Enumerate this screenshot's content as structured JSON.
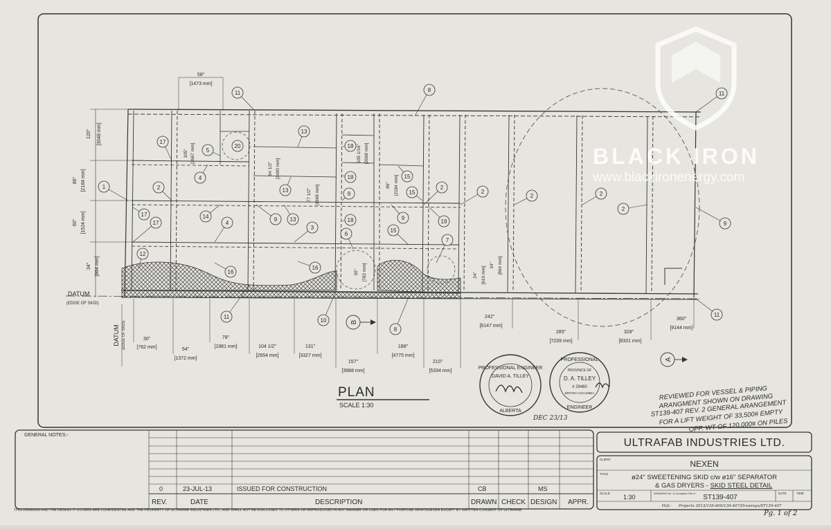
{
  "company": "ULTRAFAB INDUSTRIES LTD.",
  "client_label": "CLIENT",
  "client": "NEXEN",
  "title_label": "TITLE",
  "title_line1": "ø24\" SWEETENING SKID c/w ø16\" SEPARATOR",
  "title_line2": "& GAS DRYERS - ",
  "title_line2_underlined": "SKID STEEL DETAIL",
  "scale_label": "SCALE",
  "scale_value": "1:30",
  "drawing_no_label": "DRAWING No. & Computer File #",
  "drawing_no": "ST139-407",
  "date_label": "DATE",
  "time_label": "TIME",
  "file_label": "FILE:-",
  "file_path": "Projects 2013/139-400/139-407/Drawings/ST139-407",
  "general_notes_label": "GENERAL NOTES:-",
  "revision": {
    "rev": "0",
    "date": "23-JUL-13",
    "description": "ISSUED FOR CONSTRUCTION",
    "drawn": "CB",
    "design": "MS"
  },
  "rev_headers": [
    "REV.",
    "DATE",
    "DESCRIPTION",
    "DRAWN",
    "CHECK",
    "DESIGN",
    "APPR."
  ],
  "plan_title": "PLAN",
  "plan_scale": "SCALE  1:30",
  "datum_label": "DATUM",
  "datum_sub": "(EDGE OF SKID)",
  "section_b": "B",
  "section_a": "A",
  "left_dims": [
    {
      "imp": "120\"",
      "mm": "[3048 mm]"
    },
    {
      "imp": "86\"",
      "mm": "[2184 mm]"
    },
    {
      "imp": "60\"",
      "mm": "[1524 mm]"
    },
    {
      "imp": "34\"",
      "mm": "[864 mm]"
    }
  ],
  "top_dim": {
    "imp": "58\"",
    "mm": "[1473 mm]"
  },
  "inner_dims": [
    {
      "imp": "105\"",
      "mm": "[2667 mm]"
    },
    {
      "imp": "94 1/2\"",
      "mm": "[2400 mm]"
    },
    {
      "imp": "77 1/2\"",
      "mm": "[1968 mm]"
    },
    {
      "imp": "105 1/16\"",
      "mm": "[2668 mm]"
    },
    {
      "imp": "86\"",
      "mm": "[2184 mm]"
    },
    {
      "imp": "30\"",
      "mm": "[782 mm]"
    },
    {
      "imp": "24\"",
      "mm": "[610 mm]"
    },
    {
      "imp": "34\"",
      "mm": "[864 mm]"
    }
  ],
  "bottom_dims": [
    {
      "imp": "30\"",
      "mm": "[762 mm]"
    },
    {
      "imp": "54\"",
      "mm": "[1372 mm]"
    },
    {
      "imp": "78\"",
      "mm": "[1981 mm]"
    },
    {
      "imp": "104 1/2\"",
      "mm": "[2654 mm]"
    },
    {
      "imp": "131\"",
      "mm": "[3327 mm]"
    },
    {
      "imp": "157\"",
      "mm": "[3988 mm]"
    },
    {
      "imp": "188\"",
      "mm": "[4775 mm]"
    },
    {
      "imp": "210\"",
      "mm": "[5334 mm]"
    },
    {
      "imp": "242\"",
      "mm": "[6147 mm]"
    },
    {
      "imp": "285\"",
      "mm": "[7239 mm]"
    },
    {
      "imp": "328\"",
      "mm": "[8331 mm]"
    },
    {
      "imp": "360\"",
      "mm": "[9144 mm]"
    }
  ],
  "balloons": [
    "1",
    "2",
    "3",
    "4",
    "5",
    "6",
    "7",
    "8",
    "9",
    "10",
    "11",
    "12",
    "13",
    "14",
    "15",
    "16",
    "17",
    "18",
    "19",
    "20"
  ],
  "stamp1": {
    "outer": "PROFESSIONAL ENGINEER",
    "province": "ALBERTA",
    "name": "DAVID A. TILLEY"
  },
  "stamp2": {
    "top": "PROFESSIONAL",
    "province_label": "PROVINCE OF",
    "name": "D. A. TILLEY",
    "number": "# 29460",
    "region": "BRITISH COLUMBIA",
    "bottom": "ENGINEER"
  },
  "stamp_date": "DEC 23/13",
  "handwritten_note": [
    "REVIEWED FOR VESSEL & PIPING",
    "ARANGMENT SHOWN ON DRAWING",
    "ST139-407 REV. 2 GENERAL ARANGEMENT",
    "FOR A LIFT WEIGHT OF 33,500# EMPTY",
    "OPP. WT OF 120,000# ON PILES"
  ],
  "confidential_note": "THIS DRAWING AND THE DESIGN IT COVERS ARE CONFIDENTIAL AND THE PROPERTY OF ULTRAFAB INDUSTRIES LTD., AND SHALL NOT BE DISCLOSED TO OTHERS OR REPRODUCED IN ANY MANNER OR USED FOR ANY PURPOSE WHATSOEVER EXCEPT BY WRITTEN CONSENT OF ULTRAFAB",
  "page_number": "Pg. 1 of 2",
  "watermark": {
    "brand": "BLACK IRON",
    "url": "www.blackironenergy.com"
  }
}
